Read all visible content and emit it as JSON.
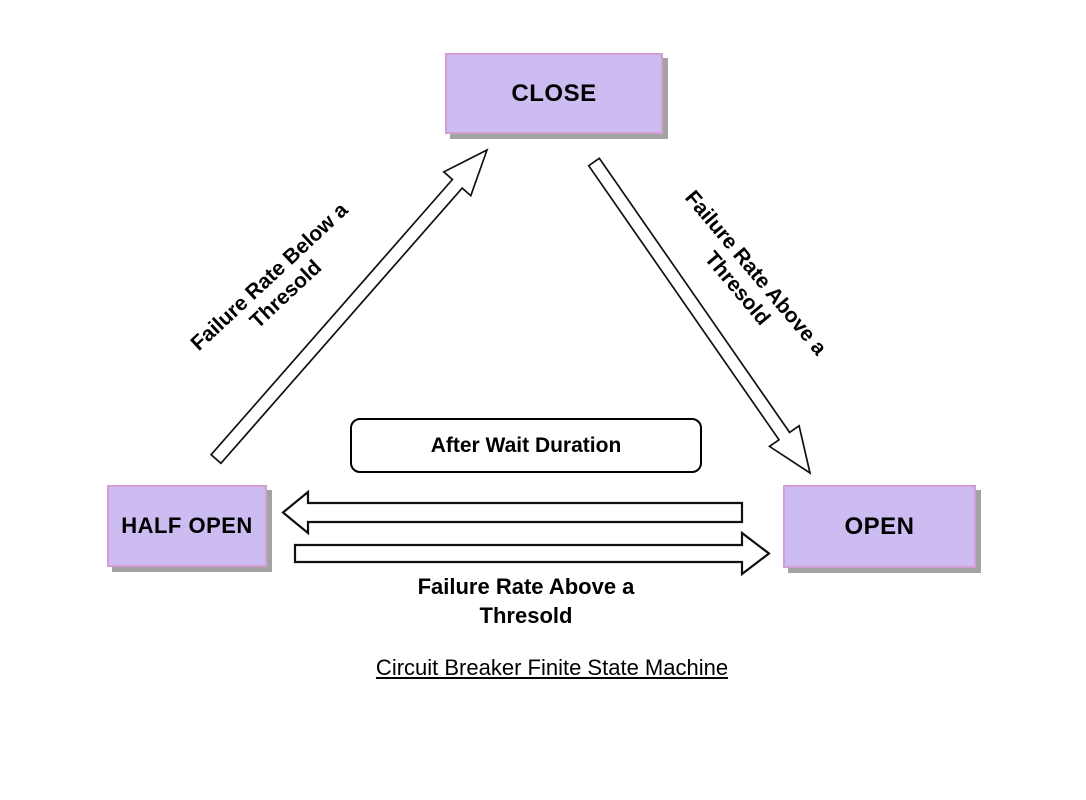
{
  "diagram": {
    "caption": "Circuit Breaker Finite State Machine",
    "states": {
      "close": {
        "label": "CLOSE"
      },
      "half_open": {
        "label": "HALF OPEN"
      },
      "open": {
        "label": "OPEN"
      }
    },
    "transitions": {
      "half_open_to_close": {
        "line1": "Failure Rate Below a",
        "line2": "Thresold"
      },
      "close_to_open": {
        "line1": "Failure Rate Above a",
        "line2": "Thresold"
      },
      "half_open_to_open": {
        "line1": "Failure Rate Above a",
        "line2": "Thresold"
      },
      "open_to_half_open": {
        "label": "After Wait Duration"
      }
    },
    "colors": {
      "state_fill": "#ccbcf2",
      "state_border": "#d39ed3",
      "box_shadow": "#a3a3a3",
      "arrow_outline": "#111111",
      "background": "#ffffff"
    }
  }
}
